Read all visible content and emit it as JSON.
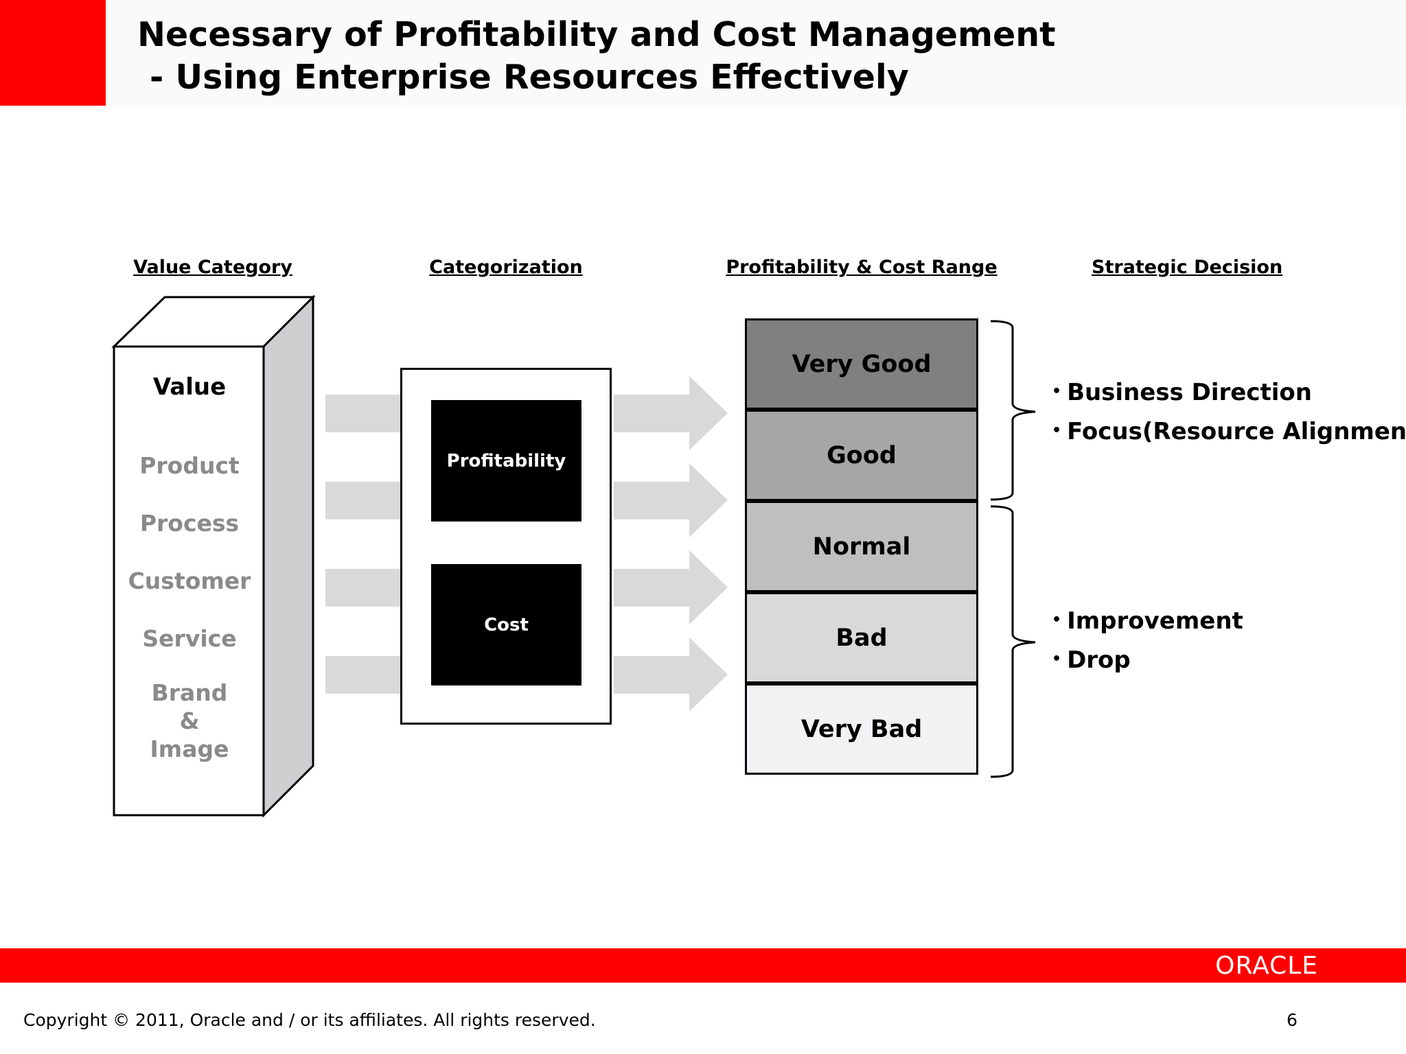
{
  "header": {
    "title_line1": "Necessary of Profitability and Cost Management",
    "title_line2": "- Using Enterprise Resources Effectively"
  },
  "columns": {
    "value_category": "Value Category",
    "categorization": "Categorization",
    "range": "Profitability & Cost Range",
    "strategic": "Strategic Decision"
  },
  "value_pillar": {
    "heading": "Value",
    "items": [
      "Product",
      "Process",
      "Customer",
      "Service"
    ],
    "brand_lines": [
      "Brand",
      "&",
      "Image"
    ]
  },
  "categorization": {
    "items": [
      "Profitability",
      "Cost"
    ]
  },
  "range": {
    "levels": [
      {
        "label": "Very Good",
        "color": "#808080"
      },
      {
        "label": "Good",
        "color": "#a6a6a6"
      },
      {
        "label": "Normal",
        "color": "#bfbfbf"
      },
      {
        "label": "Bad",
        "color": "#d9d9d9"
      },
      {
        "label": "Very Bad",
        "color": "#f2f2f4"
      }
    ]
  },
  "decisions": {
    "upper": [
      "Business Direction",
      "Focus(Resource Alignment)"
    ],
    "lower": [
      "Improvement",
      "Drop"
    ],
    "bullet": "•"
  },
  "footer": {
    "logo": "ORACLE",
    "copyright": "Copyright © 2011, Oracle and / or its affiliates. All rights reserved.",
    "page": "6"
  },
  "colors": {
    "brand_red": "#ff0000",
    "arrow_grey": "#d9d9d9",
    "pillar_side": "#cfcfd1",
    "muted_text": "#8a8a8a"
  }
}
